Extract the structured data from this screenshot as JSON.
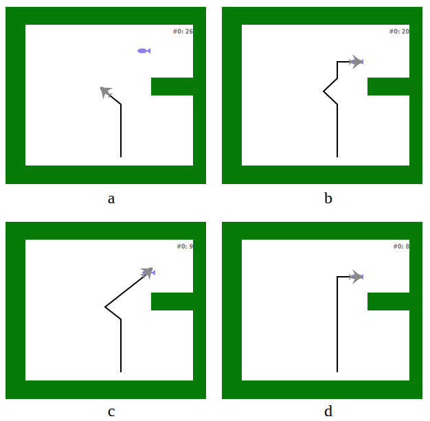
{
  "diagram": {
    "labels": [
      "#0: 26",
      "a",
      "#0: 20",
      "b",
      "#0: 9",
      "c",
      "#0: 8",
      "d"
    ]
  }
}
